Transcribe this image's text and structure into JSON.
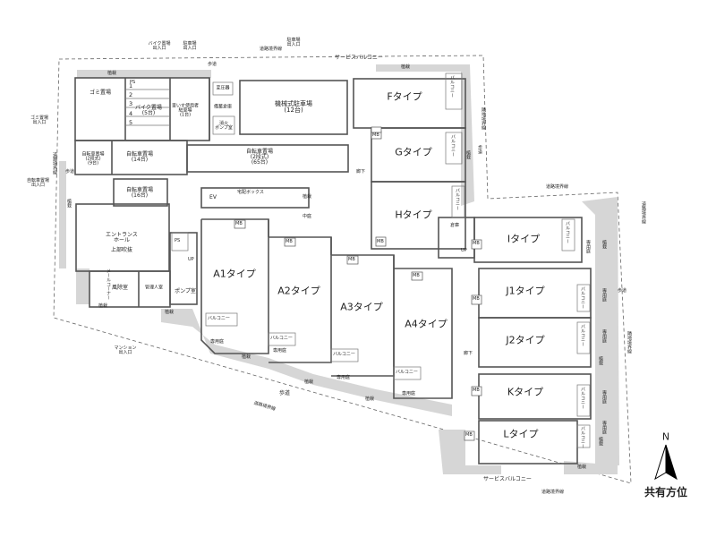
{
  "colors": {
    "wall": "#b0b0b0",
    "grey": "#d6d6d6",
    "outline": "#555555",
    "text": "#222222"
  },
  "header_labels": {
    "bike_entrance": "バイク置場\n出入口",
    "parking_entrance": "駐車場\n出入口",
    "parking_entrance_right": "駐車場\n出入口",
    "road_boundary_top": "道路境界線",
    "service_balcony_top": "サービスバルコニー"
  },
  "left_labels": {
    "garbage_entrance": "ゴミ置場\n出入口",
    "bicycle_entrance": "自転車置場\n出入口",
    "sidewalk_left": "歩道",
    "hedge_left": "植栽"
  },
  "bottom_labels": {
    "mansion_entrance": "マンション\n出入口",
    "road_boundary_bottom": "道路境界線",
    "sidewalk_bottom": "歩道",
    "service_balcony_bottom": "サービスバルコニー",
    "road_boundary_bottom_right": "道路境界線"
  },
  "right_labels": {
    "road_boundary_right1": "道路境界線",
    "road_boundary_right2": "道路境界線",
    "sidewalk_right": "歩道",
    "sidewalk_right2": "歩道",
    "adjacent_land": "隣地境界線",
    "adjacent_land2": "隣地境界線"
  },
  "rooms": {
    "garbage": "ゴミ置場",
    "ps_top": "PS",
    "bike_parking": "バイク置場\n(5台)",
    "bike_nums": [
      "1",
      "2",
      "3",
      "4",
      "5"
    ],
    "wheelchair_parking": "車いす使用者\n駐車場\n(1台)",
    "warehouse": "備蓄倉庫",
    "transformer": "変圧器",
    "fire_pump": "消火\nポンプ室",
    "mech_parking": "機械式駐車場\n(12台)",
    "bicycle_2tier_small": "自転車置場\n(2段式)\n(9台)",
    "bicycle_14": "自転車置場\n(14台)",
    "bicycle_65": "自転車置場\n(2段式)\n(65台)",
    "bicycle_16": "自転車置場\n(16台)",
    "ev": "EV",
    "mail_box_room": "宅配ボックス",
    "entrance_hall": "エントランス\nホール",
    "upper_atrium": "上部吹抜",
    "ps_mid": "PS",
    "up": "UP",
    "pump_room": "ポンプ室",
    "mail_corner": "メールコーナー",
    "windbreak": "風除室",
    "management": "管理人室",
    "courtyard": "中庭",
    "corridor_left": "廊下",
    "corridor_right": "廊下",
    "warehouse2": "倉庫",
    "up2": "UP",
    "mb_label": "MB"
  },
  "units": [
    {
      "type": "Fタイプ"
    },
    {
      "type": "Gタイプ"
    },
    {
      "type": "Hタイプ"
    },
    {
      "type": "Iタイプ"
    },
    {
      "type": "J1タイプ"
    },
    {
      "type": "J2タイプ"
    },
    {
      "type": "Kタイプ"
    },
    {
      "type": "Lタイプ"
    },
    {
      "type": "A1タイプ"
    },
    {
      "type": "A2タイプ"
    },
    {
      "type": "A3タイプ"
    },
    {
      "type": "A4タイプ"
    }
  ],
  "minor": {
    "balcony": "バルコニー",
    "private_garden": "専用庭",
    "hedge": "植栽"
  },
  "compass": {
    "letter": "N",
    "label": "共有方位"
  }
}
